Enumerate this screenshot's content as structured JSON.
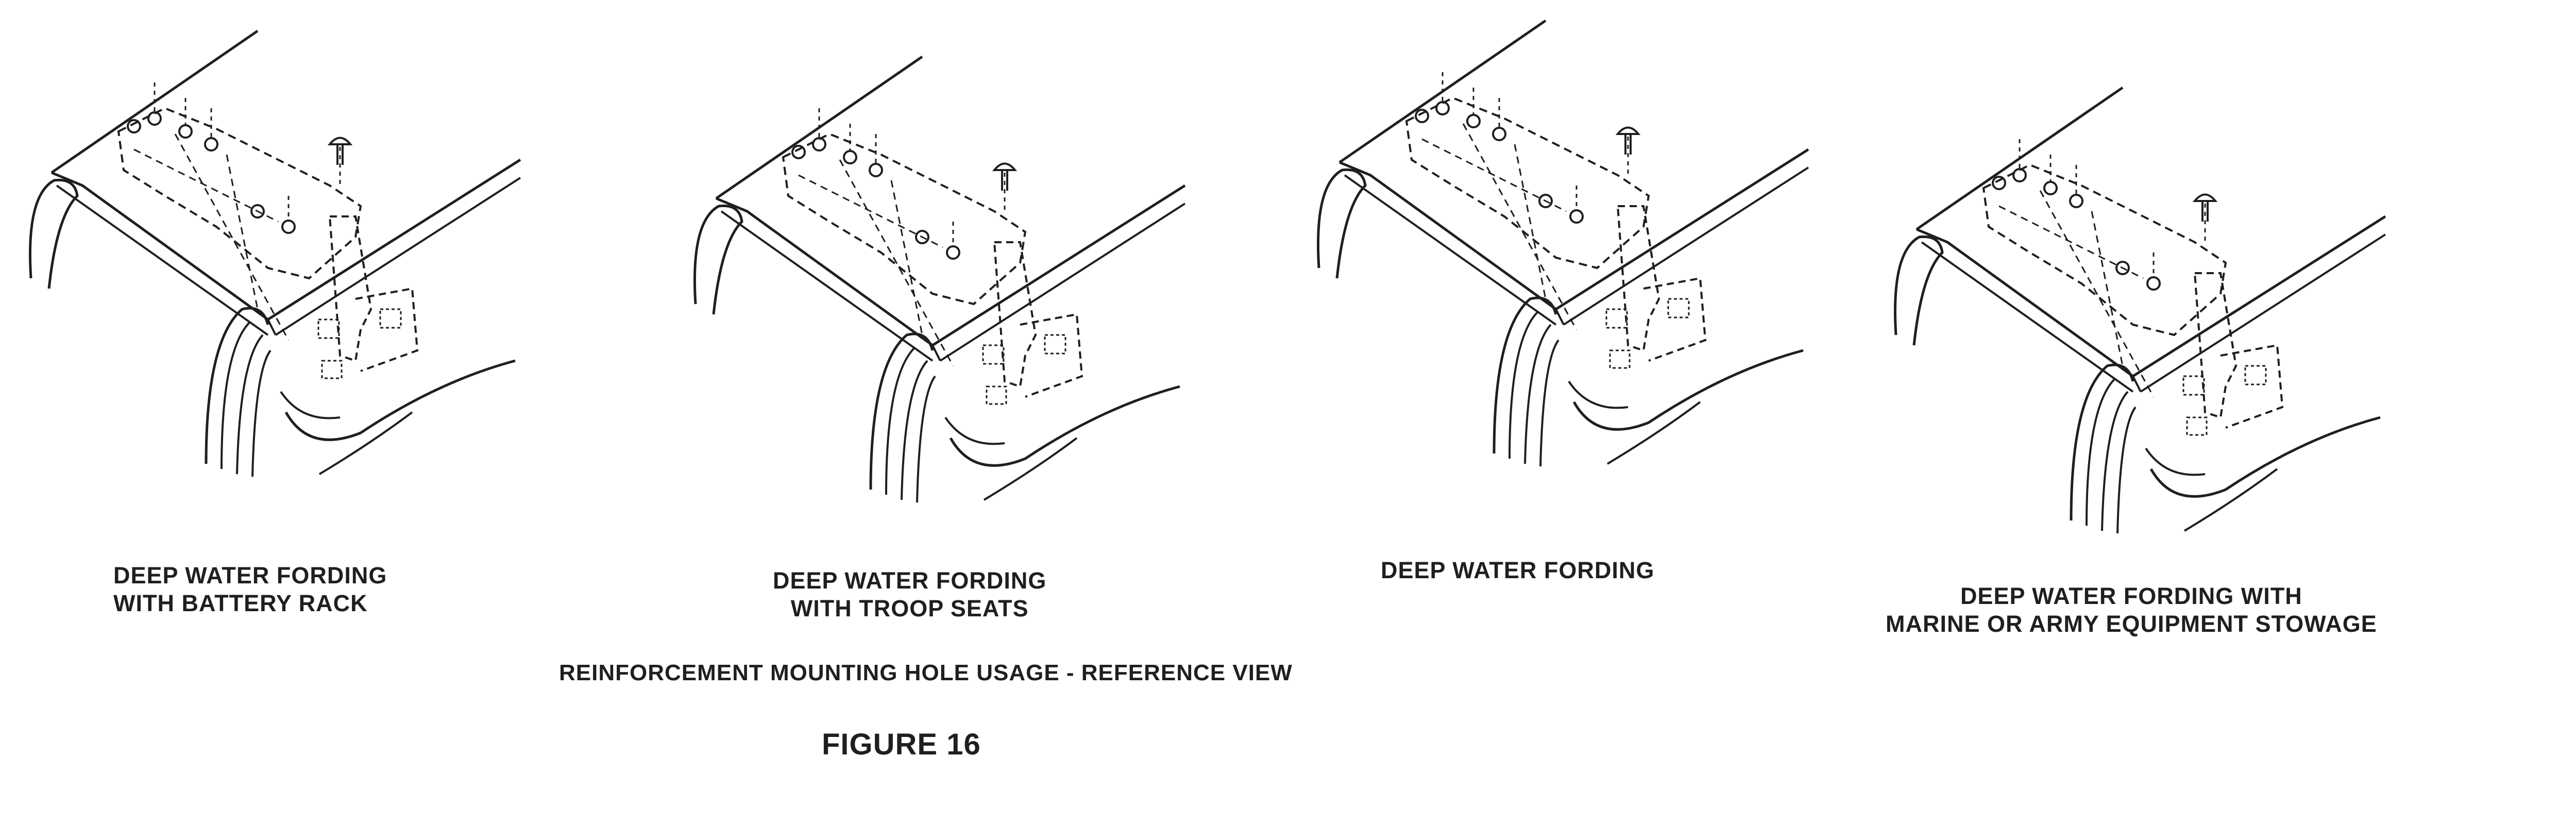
{
  "panels": [
    {
      "caption_lines": [
        "DEEP WATER FORDING",
        "WITH BATTERY RACK"
      ]
    },
    {
      "caption_lines": [
        "DEEP WATER FORDING",
        "WITH TROOP SEATS"
      ]
    },
    {
      "caption_lines": [
        "DEEP WATER FORDING"
      ]
    },
    {
      "caption_lines": [
        "DEEP WATER FORDING WITH",
        "MARINE OR ARMY EQUIPMENT STOWAGE"
      ]
    }
  ],
  "reference_title": "REINFORCEMENT MOUNTING HOLE USAGE - REFERENCE VIEW",
  "figure_label": "FIGURE 16",
  "colors": {
    "ink": "#1f1f1f",
    "background": "#ffffff"
  }
}
